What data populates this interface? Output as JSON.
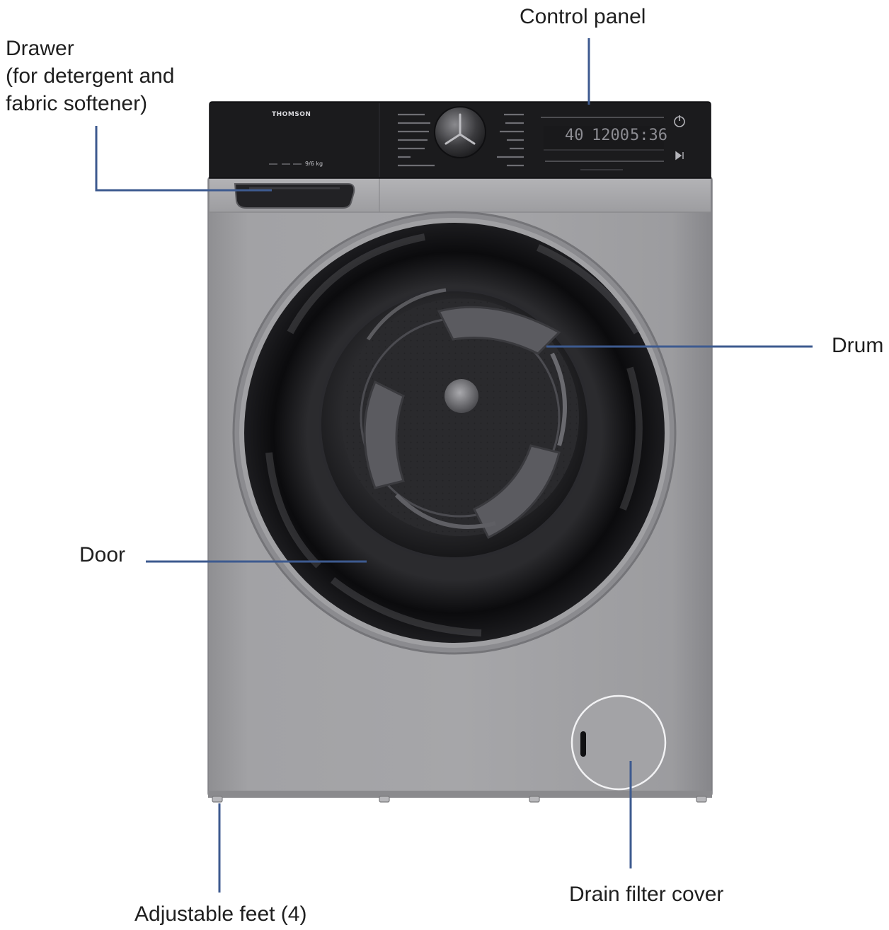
{
  "labels": {
    "control_panel": "Control panel",
    "drawer_line1": "Drawer",
    "drawer_line2": "(for detergent and",
    "drawer_line3": "fabric softener)",
    "drum": "Drum",
    "door": "Door",
    "drain_filter_cover": "Drain filter cover",
    "adjustable_feet": "Adjustable feet (4)"
  },
  "appliance": {
    "brand": "THOMSON",
    "capacity": "9/6 kg",
    "display_temp": "40",
    "display_spin": "1200",
    "display_time": "5:36"
  },
  "colors": {
    "leader_line": "#3d5a8f",
    "body": "#9a9a9c",
    "panel": "#1b1b1d",
    "door_ring": "#141416",
    "label_text": "#1f1f1f"
  }
}
